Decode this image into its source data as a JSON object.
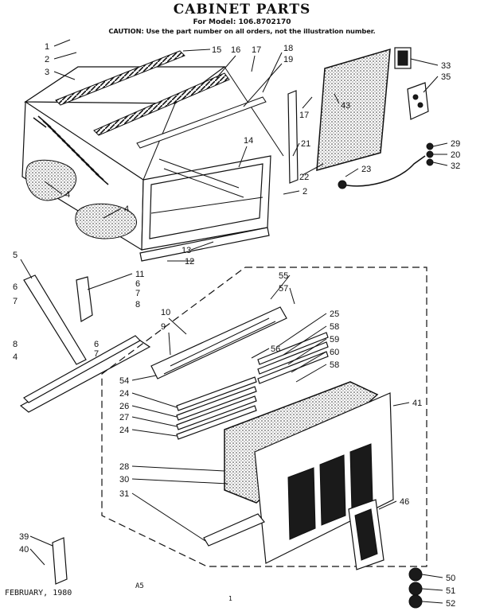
{
  "header": {
    "title": "CABINET PARTS",
    "model": "For Model: 106.8702170",
    "caution": "CAUTION: Use the part number on all orders, not the illustration number."
  },
  "footer": {
    "date": "FEBRUARY, 1980",
    "code": "A5",
    "page": "1"
  },
  "callouts": [
    "1",
    "2",
    "3",
    "15",
    "16",
    "17",
    "18",
    "19",
    "33",
    "35",
    "43",
    "17",
    "4",
    "4",
    "21",
    "14",
    "22",
    "29",
    "20",
    "32",
    "23",
    "2",
    "13",
    "12",
    "5",
    "11",
    "6",
    "7",
    "8",
    "6",
    "7",
    "8",
    "10",
    "9",
    "55",
    "57",
    "25",
    "58",
    "4",
    "6",
    "7",
    "56",
    "59",
    "60",
    "58",
    "54",
    "24",
    "26",
    "27",
    "24",
    "41",
    "28",
    "30",
    "31",
    "46",
    "39",
    "40",
    "50",
    "51",
    "52"
  ]
}
